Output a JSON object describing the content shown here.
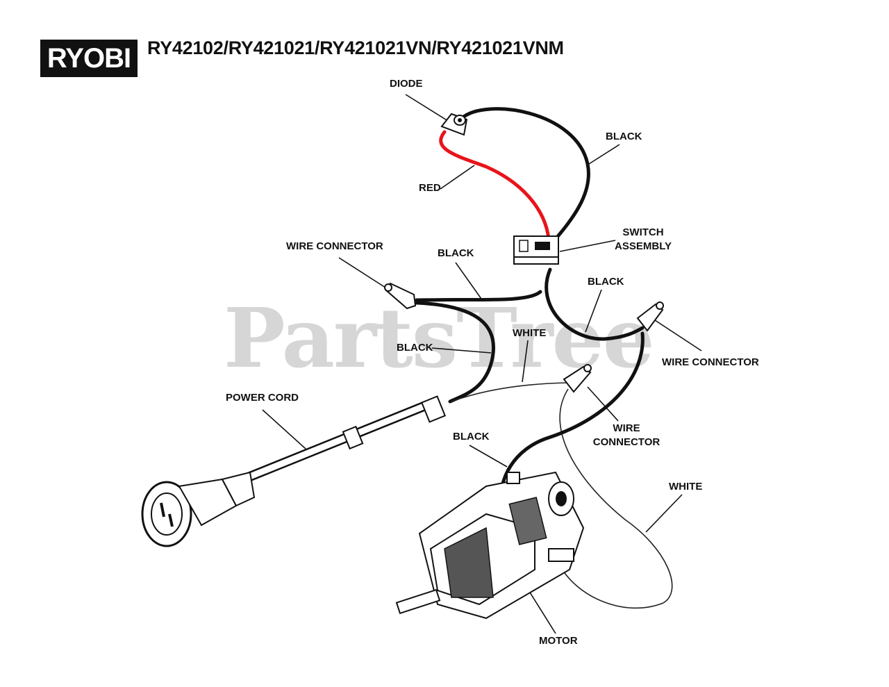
{
  "header": {
    "brand": "RYOBI",
    "model_numbers": "RY42102/RY421021/RY421021VN/RY421021VNM"
  },
  "watermark": "PartsTree",
  "labels": {
    "diode": "DIODE",
    "black_top": "BLACK",
    "red": "RED",
    "switch_line1": "SWITCH",
    "switch_line2": "ASSEMBLY",
    "wire_connector_left": "WIRE CONNECTOR",
    "black_mid": "BLACK",
    "black_right": "BLACK",
    "wire_connector_right": "WIRE CONNECTOR",
    "white_mid": "WHITE",
    "black_left": "BLACK",
    "power_cord": "POWER CORD",
    "wire_connector_bottom_line1": "WIRE",
    "wire_connector_bottom_line2": "CONNECTOR",
    "black_lower": "BLACK",
    "white_right": "WHITE",
    "motor": "MOTOR"
  },
  "colors": {
    "wire_black": "#111111",
    "wire_red": "#e8141a",
    "watermark": "#d6d6d6"
  }
}
